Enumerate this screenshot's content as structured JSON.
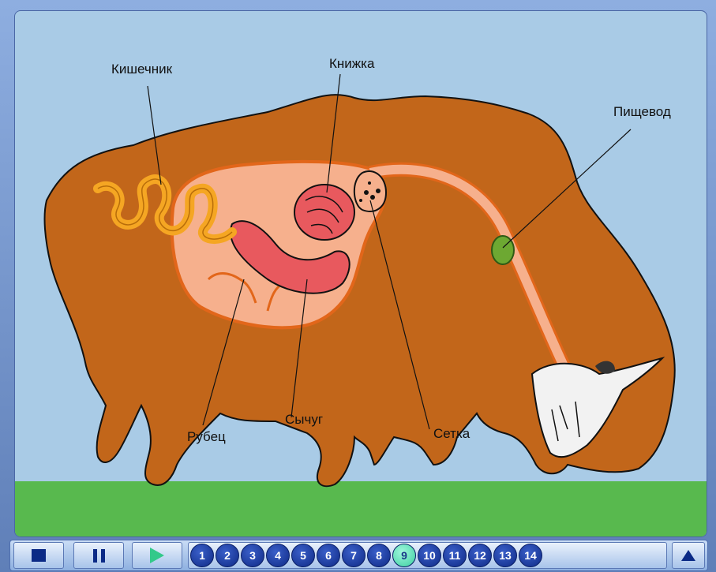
{
  "diagram": {
    "labels": {
      "intestine": "Кишечник",
      "omasum": "Книжка",
      "esophagus": "Пищевод",
      "rumen": "Рубец",
      "abomasum": "Сычуг",
      "reticulum": "Сетка"
    },
    "colors": {
      "sky": "#a9cbe6",
      "grass": "#58b94e",
      "body": "#c2661a",
      "stomach": "#f6b08d",
      "intestine": "#f5a623",
      "abomasum": "#e8595e",
      "esophagus_mass": "#6da832"
    }
  },
  "controls": {
    "stop_icon": "stop-square-icon",
    "pause_icon": "pause-icon",
    "play_icon": "play-triangle-icon",
    "up_icon": "up-triangle-icon",
    "steps": [
      "1",
      "2",
      "3",
      "4",
      "5",
      "6",
      "7",
      "8",
      "9",
      "10",
      "11",
      "12",
      "13",
      "14"
    ],
    "active_step": "9"
  }
}
